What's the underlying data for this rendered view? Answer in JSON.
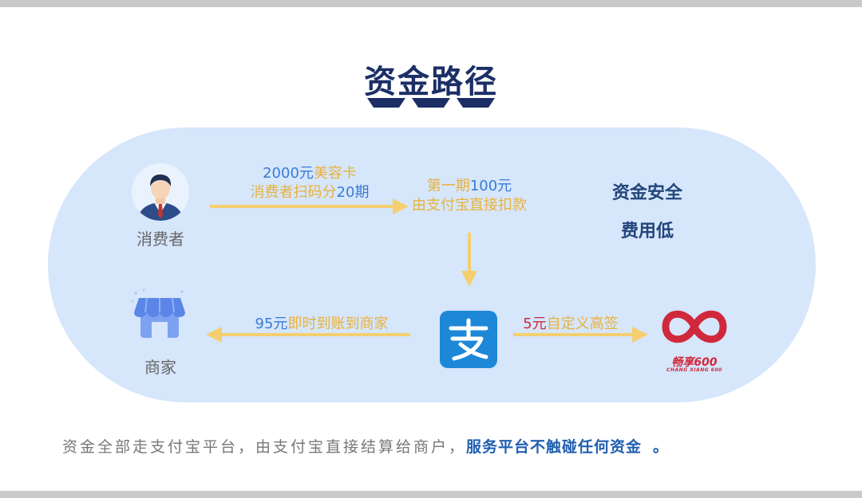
{
  "title": "资金路径",
  "nodes": {
    "consumer": "消费者",
    "merchant": "商家",
    "brand_name": "畅享600",
    "brand_subtitle": "CHANG XIANG 600"
  },
  "flows": {
    "consumer_to_alipay": {
      "amount": "2000元",
      "product": "美容卡",
      "line2_a": "消费者扫码分",
      "line2_b": "20期"
    },
    "first_payment": {
      "line1_a": "第一期",
      "line1_b": "100元",
      "line2": "由支付宝直接扣款"
    },
    "to_merchant": {
      "amount": "95元",
      "desc": "即时到账到商家"
    },
    "to_platform": {
      "amount": "5元",
      "desc": "自定义高签"
    }
  },
  "features": [
    "资金安全",
    "费用低"
  ],
  "footer": {
    "text": "资金全部走支付宝平台，由支付宝直接结算给商户，",
    "highlight": "服务平台不触碰任何资金",
    "end": "。"
  },
  "colors": {
    "navy": "#1b2f66",
    "blue": "#3a7bd5",
    "gold": "#e8b23c",
    "arrow": "#f5cf6f",
    "capsule": "#d6e6fb",
    "alipay": "#1e88d8",
    "brand_red": "#d0293b"
  },
  "icons": {
    "consumer": "businessman-avatar-icon",
    "merchant": "storefront-icon",
    "alipay": "alipay-logo-icon",
    "brand": "infinity-logo-icon"
  }
}
